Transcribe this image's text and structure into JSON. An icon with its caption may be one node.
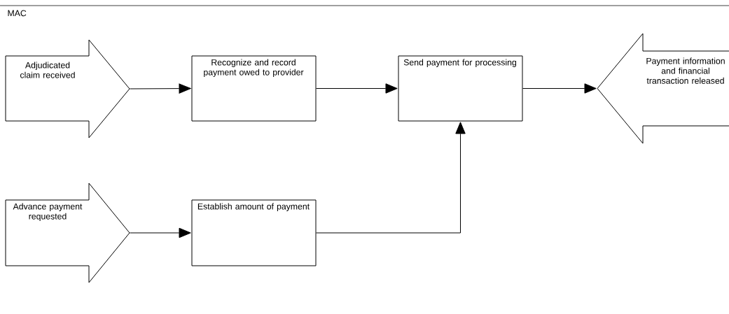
{
  "diagram": {
    "nodes": [
      {
        "text": [
          "Adjudicated claim received"
        ]
      },
      {
        "text": [
          "Recognize and record payment owed to provider"
        ]
      },
      {
        "text": [
          "Send payment for processing"
        ]
      },
      {
        "text": [
          "Payment information and financial transaction released"
        ]
      },
      {
        "text": [
          "Advance payment requested"
        ]
      },
      {
        "text": [
          "Establish amount of payment"
        ]
      }
    ],
    "edges": [
      {
        "from": 0,
        "to": 1,
        "arrow": "to"
      },
      {
        "from": 1,
        "to": 2,
        "arrow": "to"
      },
      {
        "from": 2,
        "to": 3,
        "arrow": "to"
      },
      {
        "from": 4,
        "to": 5,
        "arrow": "to"
      },
      {
        "from": 5,
        "to": 2,
        "arrow": "to"
      }
    ],
    "labels": [
      "MAC"
    ]
  }
}
